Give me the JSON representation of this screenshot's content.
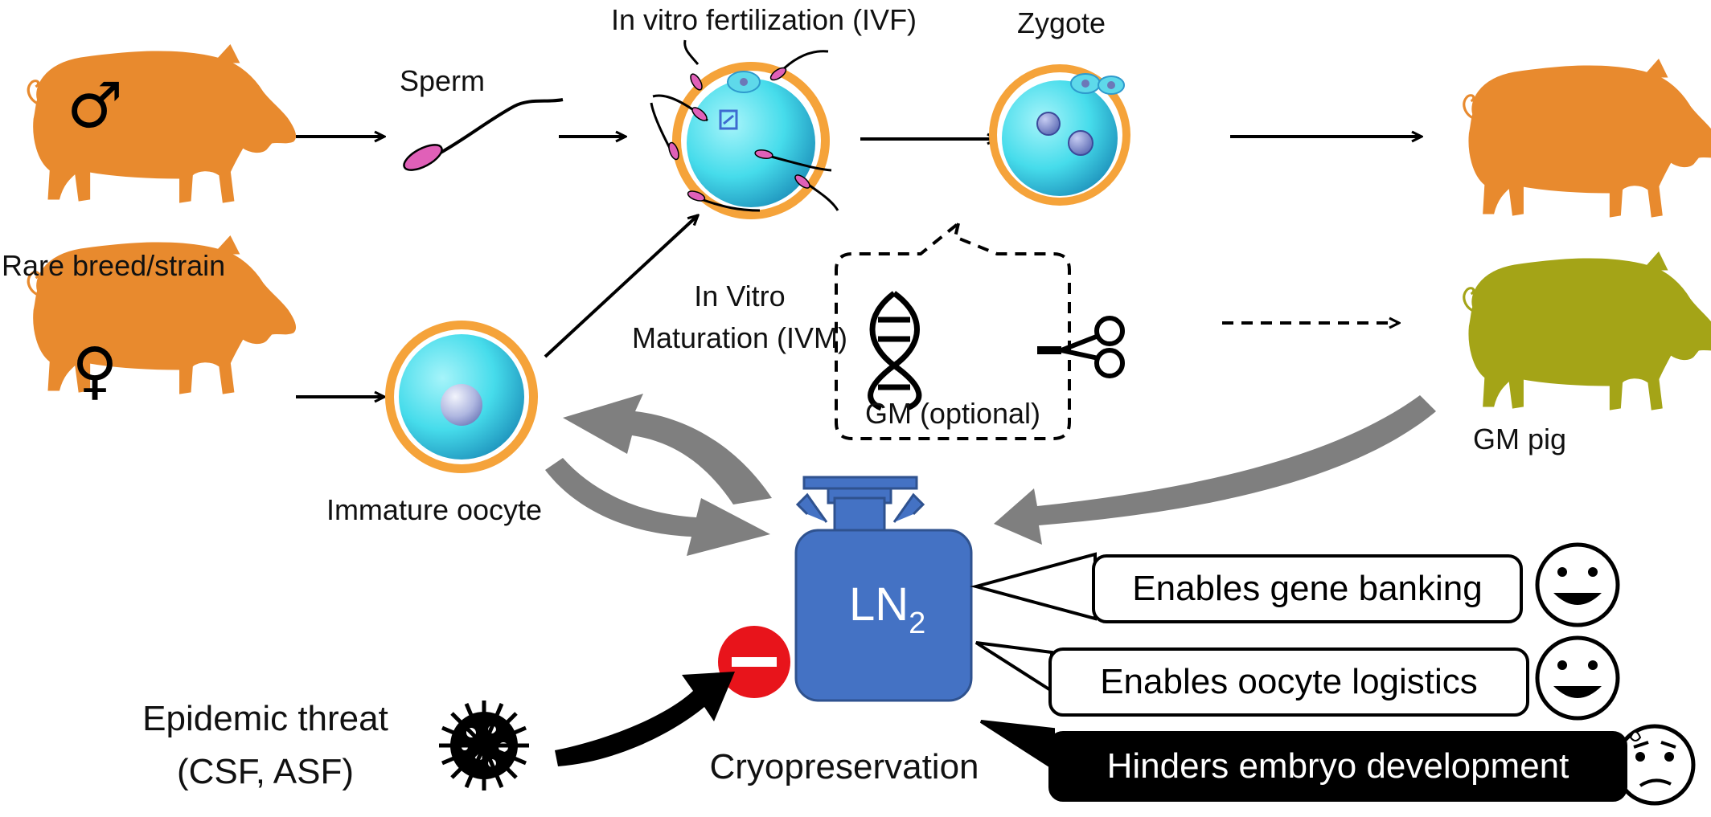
{
  "labels": {
    "ivf": "In vitro fertilization (IVF)",
    "zygote": "Zygote",
    "sperm": "Sperm",
    "rare_breed": "Rare breed/strain",
    "ivm_line1": "In Vitro",
    "ivm_line2": "Maturation (IVM)",
    "immature_oocyte": "Immature oocyte",
    "gm_optional": "GM (optional)",
    "gm_pig": "GM pig",
    "ln2_main": "LN",
    "ln2_sub": "2",
    "cryopreservation": "Cryopreservation",
    "epidemic_line1": "Epidemic threat",
    "epidemic_line2": "(CSF, ASF)",
    "male_symbol": "♂",
    "female_symbol": "♀"
  },
  "callouts": [
    {
      "text": "Enables gene banking",
      "mood": "happy"
    },
    {
      "text": "Enables oocyte logistics",
      "mood": "happy"
    },
    {
      "text": "Hinders embryo development",
      "mood": "worried"
    }
  ],
  "colors": {
    "pig": "#E88A2E",
    "gm_pig": "#A4A417",
    "zona": "#F5A33A",
    "oocyte": "#4FE0EC",
    "oocyte_dark": "#1692BC",
    "sperm_head": "#E060B8",
    "tank": "#4472C4",
    "tank_dark": "#2F528F",
    "grey_arrow": "#7F7F7F",
    "stop": "#E8141B"
  }
}
